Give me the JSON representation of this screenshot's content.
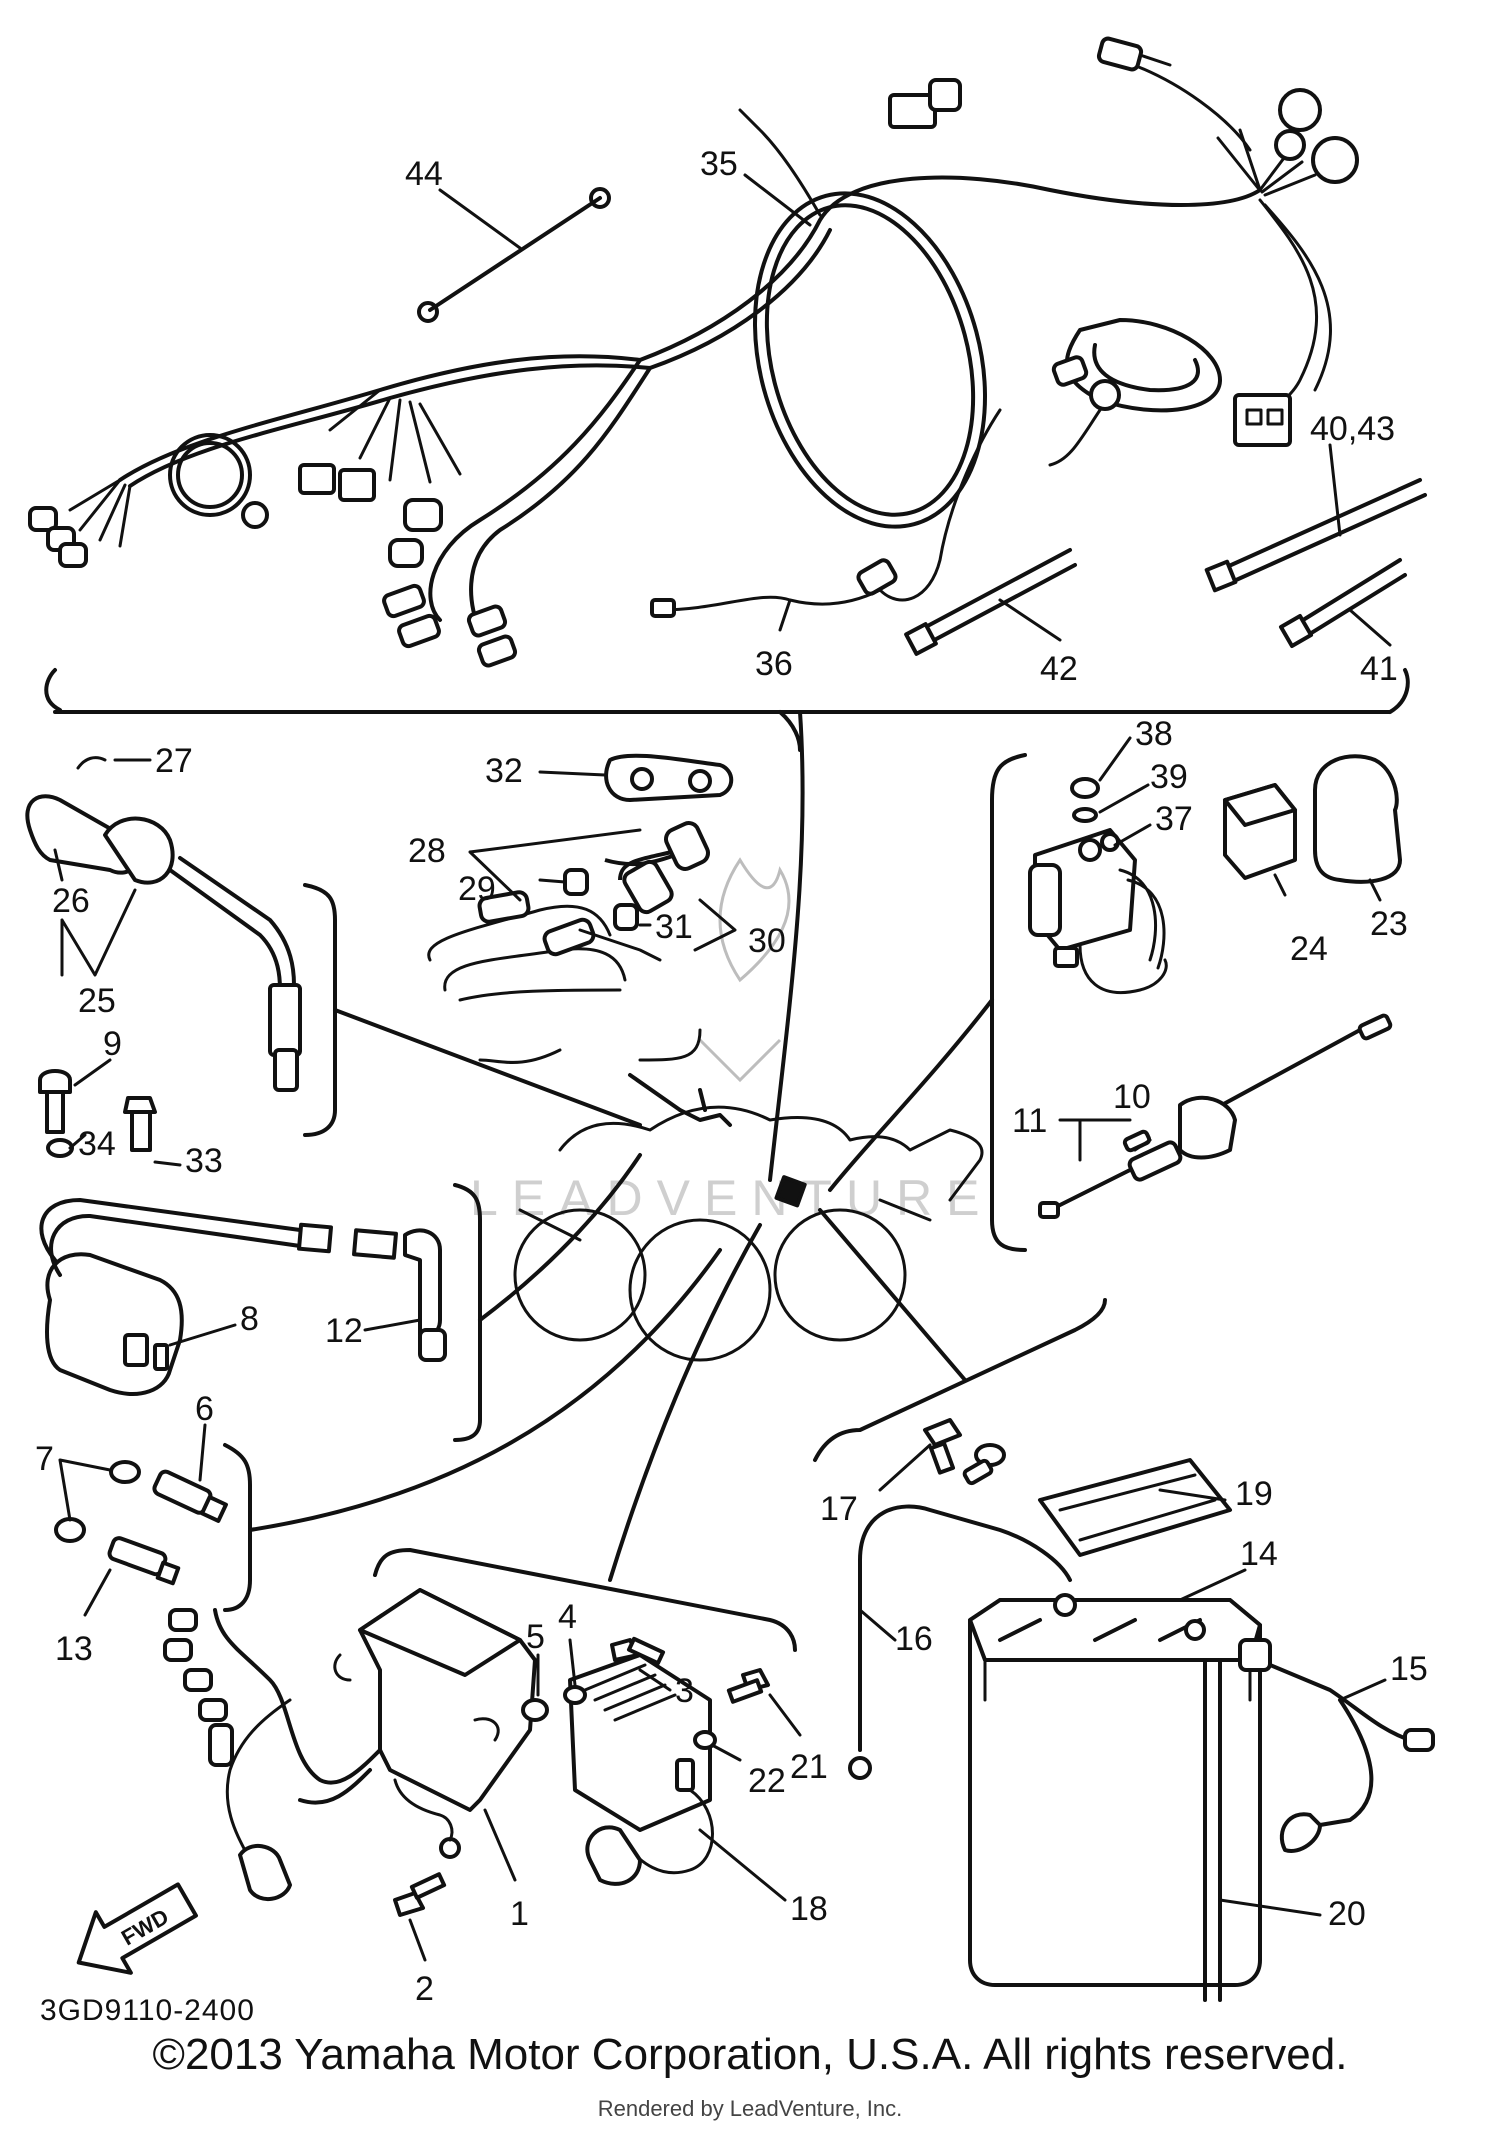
{
  "watermark": "LEADVENTURE",
  "reference_code": "3GD9110-2400",
  "fwd_label": "FWD",
  "copyright": "©2013 Yamaha Motor Corporation, U.S.A. All rights reserved.",
  "rendered_by": "Rendered by LeadVenture, Inc.",
  "callouts": [
    "44",
    "35",
    "40,43",
    "36",
    "42",
    "41",
    "27",
    "26",
    "25",
    "32",
    "28",
    "29",
    "31",
    "30",
    "38",
    "39",
    "37",
    "24",
    "23",
    "10",
    "11",
    "9",
    "34",
    "33",
    "8",
    "12",
    "6",
    "7",
    "13",
    "17",
    "19",
    "14",
    "16",
    "15",
    "1",
    "2",
    "5",
    "4",
    "3",
    "22",
    "21",
    "20",
    "18"
  ]
}
